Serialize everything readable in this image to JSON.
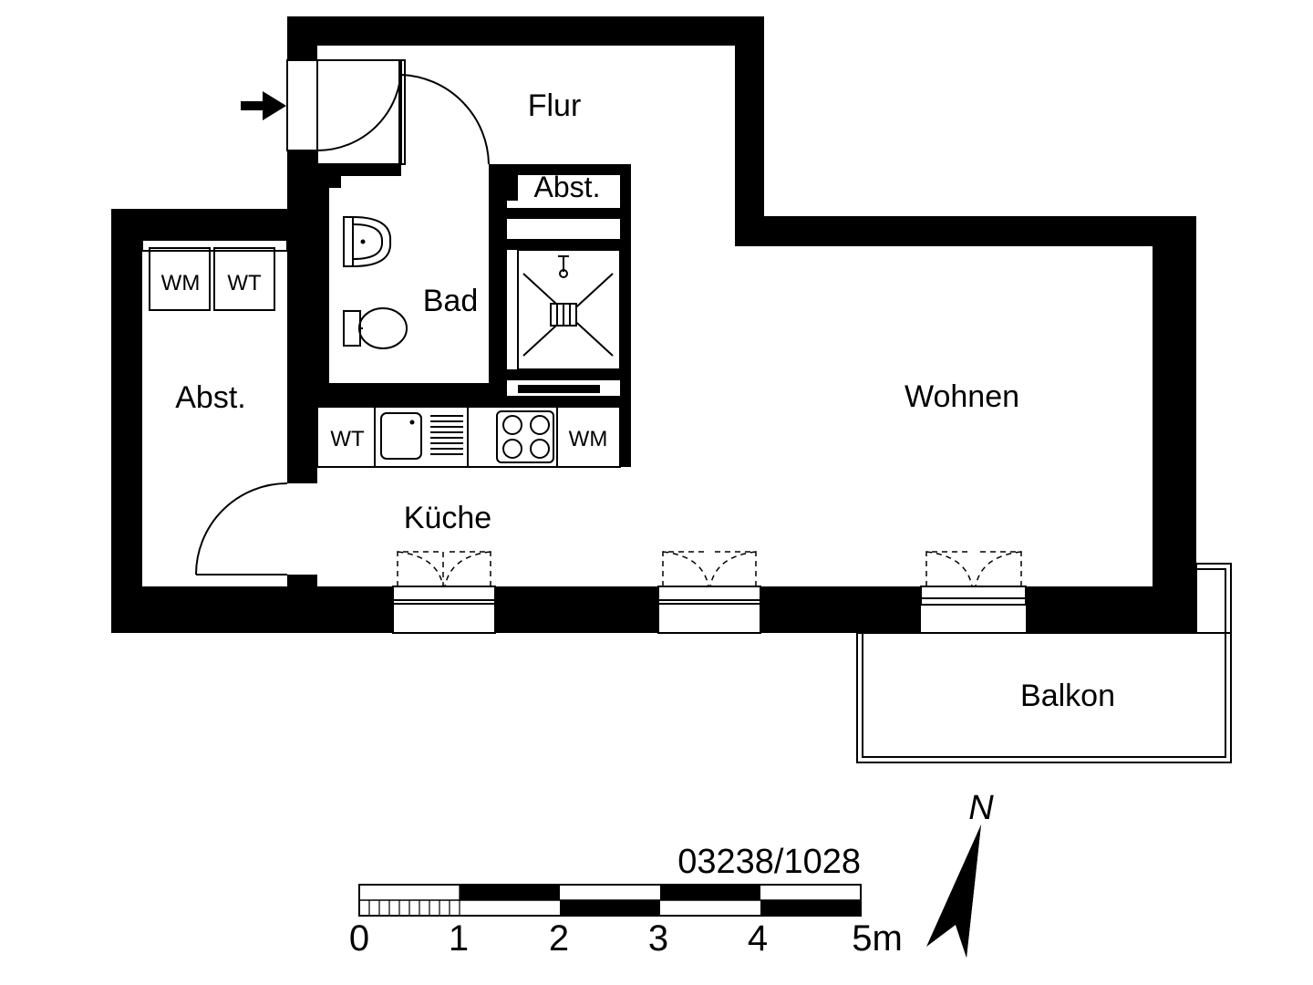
{
  "rooms": {
    "flur": "Flur",
    "abst_small": "Abst.",
    "bad": "Bad",
    "abst_large": "Abst.",
    "wohnen": "Wohnen",
    "kueche": "Küche",
    "balkon": "Balkon"
  },
  "fixtures": {
    "abst_wm": "WM",
    "abst_wt": "WT",
    "kitchen_wt": "WT",
    "kitchen_wm": "WM"
  },
  "icons": [
    "entrance-arrow-icon",
    "washbasin-icon",
    "toilet-icon",
    "shower-icon",
    "sink-icon",
    "stove-icon",
    "north-arrow-icon"
  ],
  "plan_number": "03238/1028",
  "north": "N",
  "scale": {
    "ticks": [
      "0",
      "1",
      "2",
      "3",
      "4",
      "5m"
    ]
  },
  "colors": {
    "wall": "#000000",
    "background": "#ffffff"
  }
}
